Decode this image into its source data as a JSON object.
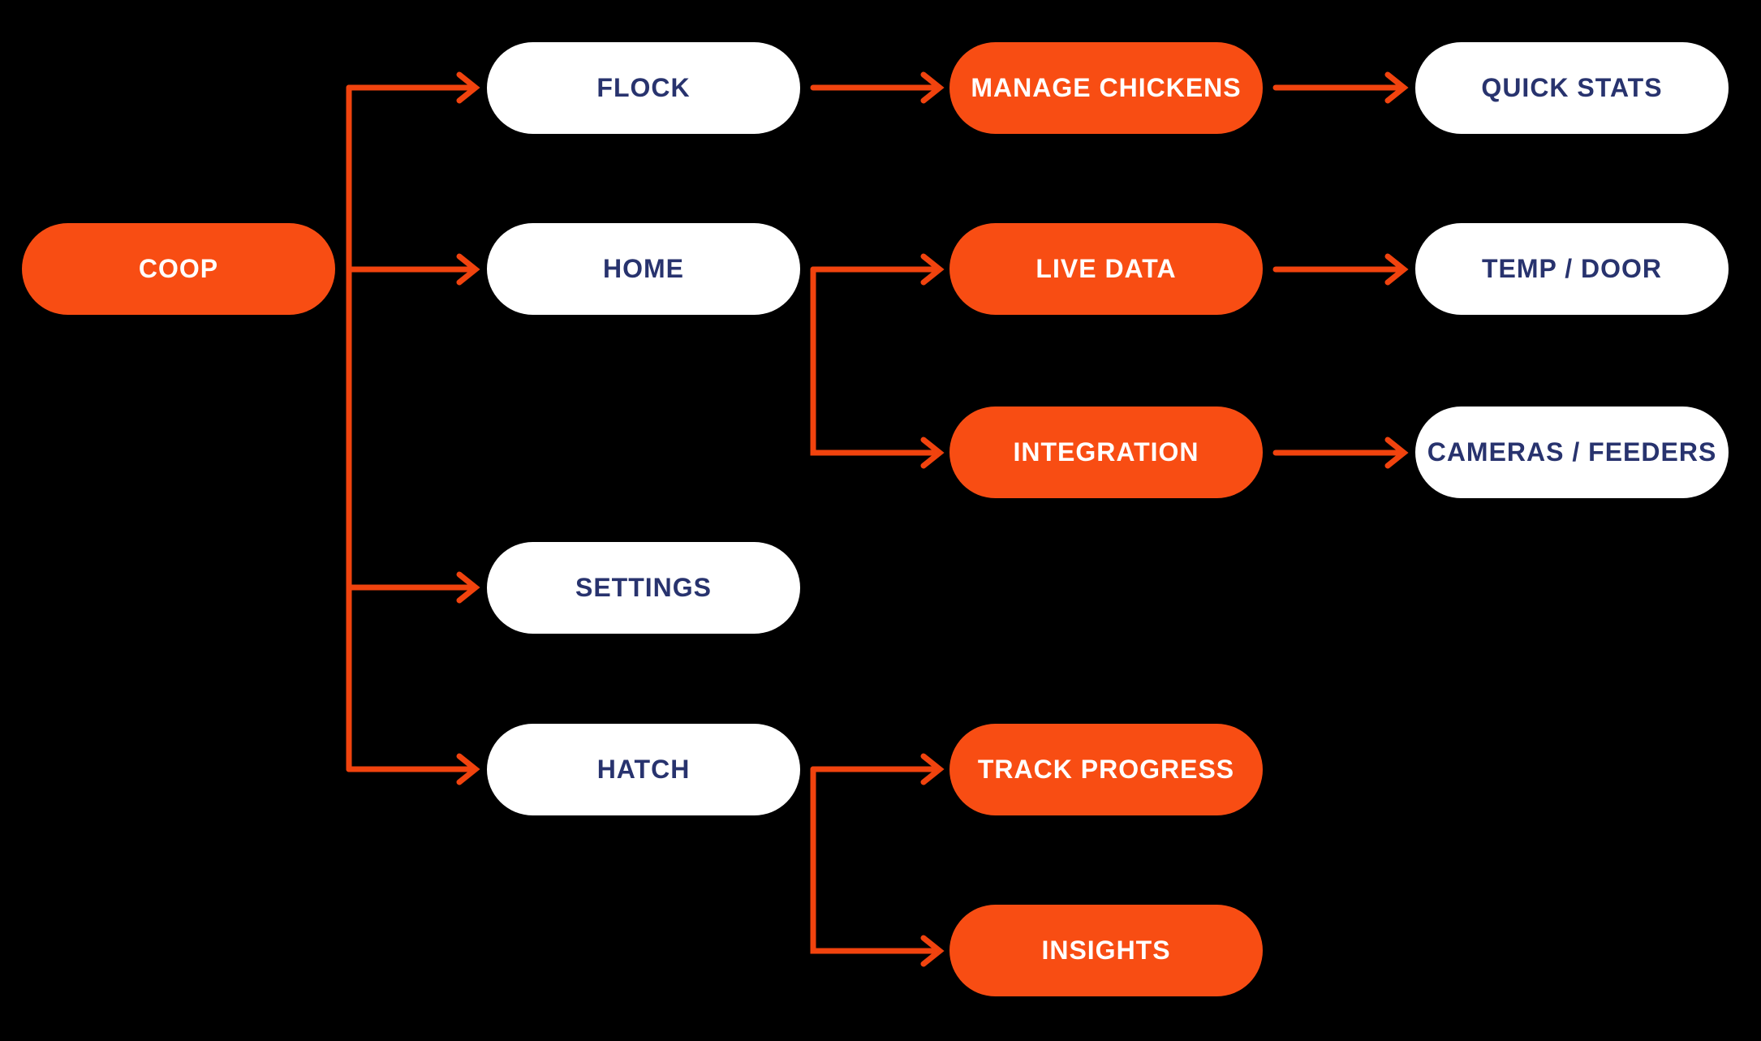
{
  "diagram": {
    "description": "Coop app navigation flowchart",
    "colors": {
      "background": "#000000",
      "node_orange": "#F84D13",
      "node_white": "#FFFFFF",
      "text_navy": "#28336E",
      "text_on_orange": "#FFFFFF",
      "arrow": "#F1430E"
    },
    "nodes": [
      {
        "id": "coop",
        "label": "COOP",
        "variant": "orange"
      },
      {
        "id": "flock",
        "label": "FLOCK",
        "variant": "white"
      },
      {
        "id": "home",
        "label": "HOME",
        "variant": "white"
      },
      {
        "id": "settings",
        "label": "SETTINGS",
        "variant": "white"
      },
      {
        "id": "hatch",
        "label": "HATCH",
        "variant": "white"
      },
      {
        "id": "manage-chickens",
        "label": "MANAGE CHICKENS",
        "variant": "orange"
      },
      {
        "id": "live-data",
        "label": "LIVE DATA",
        "variant": "orange"
      },
      {
        "id": "integration",
        "label": "INTEGRATION",
        "variant": "orange"
      },
      {
        "id": "track-progress",
        "label": "TRACK PROGRESS",
        "variant": "orange"
      },
      {
        "id": "insights",
        "label": "INSIGHTS",
        "variant": "orange"
      },
      {
        "id": "quick-stats",
        "label": "QUICK STATS",
        "variant": "white"
      },
      {
        "id": "temp-door",
        "label": "TEMP / DOOR",
        "variant": "white"
      },
      {
        "id": "cameras-feeders",
        "label": "CAMERAS / FEEDERS",
        "variant": "white"
      }
    ],
    "edges": [
      {
        "from": "coop",
        "to": "flock"
      },
      {
        "from": "coop",
        "to": "home"
      },
      {
        "from": "coop",
        "to": "settings"
      },
      {
        "from": "coop",
        "to": "hatch"
      },
      {
        "from": "flock",
        "to": "manage-chickens"
      },
      {
        "from": "manage-chickens",
        "to": "quick-stats"
      },
      {
        "from": "home",
        "to": "live-data"
      },
      {
        "from": "home",
        "to": "integration"
      },
      {
        "from": "live-data",
        "to": "temp-door"
      },
      {
        "from": "integration",
        "to": "cameras-feeders"
      },
      {
        "from": "hatch",
        "to": "track-progress"
      },
      {
        "from": "hatch",
        "to": "insights"
      }
    ]
  }
}
